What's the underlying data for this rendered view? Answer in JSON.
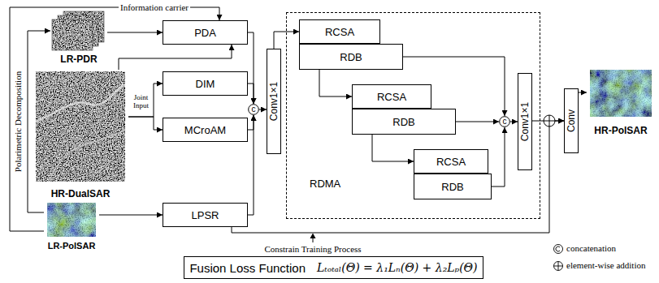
{
  "diagram": {
    "nodes": [
      {
        "text": [
          "LR-PDR"
        ]
      },
      {
        "text": [
          "HR-DualSAR"
        ]
      },
      {
        "text": [
          "LR-PolSAR"
        ]
      },
      {
        "text": [
          "PDA"
        ]
      },
      {
        "text": [
          "DIM"
        ]
      },
      {
        "text": [
          "MCroAM"
        ]
      },
      {
        "text": [
          "LPSR"
        ]
      },
      {
        "text": [
          "c"
        ]
      },
      {
        "text": [
          "Conv1×1"
        ]
      },
      {
        "text": [
          "RDMA"
        ]
      },
      {
        "text": [
          "RCSA"
        ],
        "in": 9
      },
      {
        "text": [
          "RDB"
        ],
        "in": 9
      },
      {
        "text": [
          "RCSA"
        ],
        "in": 9
      },
      {
        "text": [
          "RDB"
        ],
        "in": 9
      },
      {
        "text": [
          "RCSA"
        ],
        "in": 9
      },
      {
        "text": [
          "RDB"
        ],
        "in": 9
      },
      {
        "text": [
          "c"
        ],
        "in": 9
      },
      {
        "text": [
          "Conv1×1"
        ],
        "in": 9
      },
      {
        "text": [
          "Conv"
        ]
      },
      {
        "text": [
          "HR-PolSAR"
        ]
      },
      {
        "text": [
          "Fusion Loss Function",
          "Lₜₒₜₐₗ(Θ) = λ₁Lₙ(Θ) + λ₂Lₚ(Θ)"
        ]
      }
    ],
    "edges": [
      {
        "from": 2,
        "to": 3,
        "arrow": "to",
        "label": "Information carrier"
      },
      {
        "from": 2,
        "to": 0,
        "arrow": "to",
        "label": "Polarimetric Decomposition"
      },
      {
        "from": 0,
        "to": 3,
        "arrow": "to"
      },
      {
        "from": 1,
        "to": 3,
        "arrow": "to"
      },
      {
        "from": 1,
        "to": 4,
        "arrow": "to"
      },
      {
        "from": 1,
        "to": 5,
        "arrow": "to"
      },
      {
        "from": 2,
        "to": 6,
        "arrow": "to"
      },
      {
        "from": 3,
        "to": 7,
        "arrow": "to"
      },
      {
        "from": 4,
        "to": 7,
        "arrow": "to"
      },
      {
        "from": 5,
        "to": 7,
        "arrow": "to"
      },
      {
        "from": 6,
        "to": 7,
        "arrow": "to"
      },
      {
        "from": 7,
        "to": 8,
        "arrow": "to"
      },
      {
        "from": 8,
        "to": 10,
        "arrow": "to"
      },
      {
        "from": 11,
        "to": 12,
        "arrow": "to"
      },
      {
        "from": 13,
        "to": 14,
        "arrow": "to"
      },
      {
        "from": 11,
        "to": 16,
        "arrow": "to"
      },
      {
        "from": 13,
        "to": 16,
        "arrow": "to"
      },
      {
        "from": 15,
        "to": 16,
        "arrow": "to"
      },
      {
        "from": 16,
        "to": 17,
        "arrow": "to"
      },
      {
        "from": 17,
        "to": 18,
        "arrow": "to"
      },
      {
        "from": 6,
        "to": 18,
        "arrow": "to"
      },
      {
        "from": 18,
        "to": 19,
        "arrow": "to"
      }
    ],
    "labels": [
      "Joint Input",
      "Constrain Training Process"
    ],
    "legend": [
      {
        "text": "concatenation"
      },
      {
        "text": "element-wise addition"
      }
    ]
  }
}
